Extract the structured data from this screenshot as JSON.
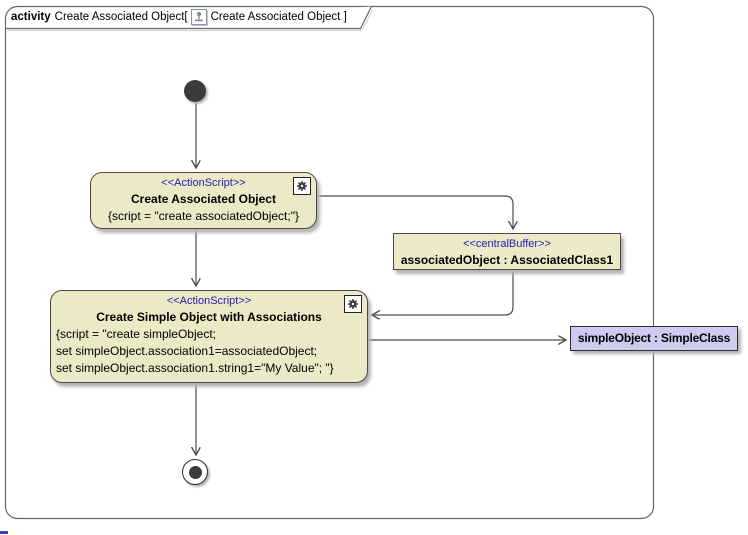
{
  "frame": {
    "keyword": "activity",
    "title_left": "Create Associated Object[",
    "title_right": "Create Associated Object ]"
  },
  "nodes": {
    "action1": {
      "stereotype": "<<ActionScript>>",
      "name": "Create Associated Object",
      "script": "{script = \"create associatedObject;\"}"
    },
    "action2": {
      "stereotype": "<<ActionScript>>",
      "name": "Create Simple Object with Associations",
      "script_lines": [
        "{script = \"create simpleObject;",
        "set simpleObject.association1=associatedObject;",
        "set simpleObject.association1.string1=\"My Value\"; \"}"
      ]
    },
    "buffer": {
      "stereotype": "<<centralBuffer>>",
      "name": "associatedObject : AssociatedClass1"
    },
    "object": {
      "name": "simpleObject : SimpleClass"
    }
  },
  "icons": {
    "frame_title_icon": "activity-diagram-icon",
    "action_corner_icon": "gear-icon"
  },
  "colors": {
    "node_fill": "#ECE9C6",
    "object_fill": "#CBCCF0",
    "node_border": "#4A4A4A",
    "stereotype_text": "#2222B2",
    "edge": "#4D4D4D",
    "frame_border": "#666666",
    "shadow": "#B5B5B5"
  }
}
